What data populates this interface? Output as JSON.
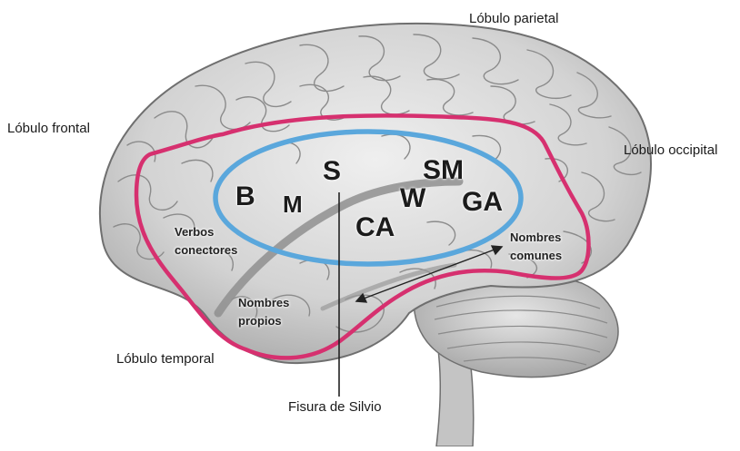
{
  "lobes": {
    "parietal": "Lóbulo parietal",
    "frontal": "Lóbulo frontal",
    "occipital": "Lóbulo occipital",
    "temporal": "Lóbulo temporal"
  },
  "fissure": "Fisura de Silvio",
  "areas": {
    "b": "B",
    "m": "M",
    "s": "S",
    "sm": "SM",
    "w": "W",
    "ga": "GA",
    "ca": "CA"
  },
  "regions": {
    "verbos": [
      "Verbos",
      "conectores"
    ],
    "nombres_propios": [
      "Nombres",
      "propios"
    ],
    "nombres_comunes": [
      "Nombres",
      "comunes"
    ]
  },
  "colors": {
    "pink_outline": "#d6306f",
    "blue_ellipse": "#5aa7dc",
    "brain_fill": "#d9d9d9",
    "brain_stroke": "#6f6f6f"
  }
}
